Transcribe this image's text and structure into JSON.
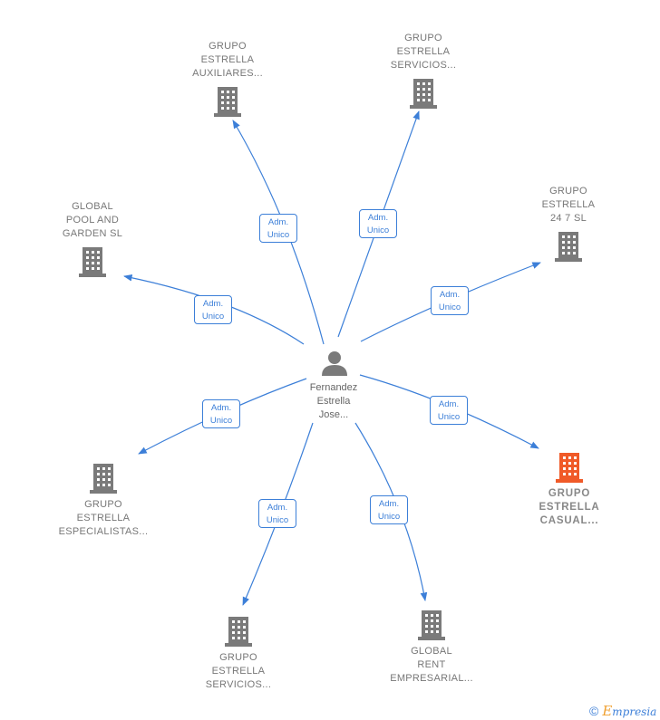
{
  "center": {
    "name": "Fernandez\nEstrella\nJose..."
  },
  "relation_label": "Adm.\nUnico",
  "companies": [
    {
      "id": "auxiliares",
      "name": "GRUPO\nESTRELLA\nAUXILIARES..."
    },
    {
      "id": "servicios-top",
      "name": "GRUPO\nESTRELLA\nSERVICIOS..."
    },
    {
      "id": "pool",
      "name": "GLOBAL\nPOOL AND\nGARDEN  SL"
    },
    {
      "id": "247",
      "name": "GRUPO\nESTRELLA\n24 7  SL"
    },
    {
      "id": "casual",
      "name": "GRUPO\nESTRELLA\nCASUAL...",
      "highlight": true
    },
    {
      "id": "especialistas",
      "name": "GRUPO\nESTRELLA\nESPECIALISTAS..."
    },
    {
      "id": "servicios-bottom",
      "name": "GRUPO\nESTRELLA\nSERVICIOS..."
    },
    {
      "id": "rent",
      "name": "GLOBAL\nRENT\nEMPRESARIAL..."
    }
  ],
  "colors": {
    "edge": "#3c7fd8",
    "building": "#7a7a7a",
    "building_highlight": "#f05a28",
    "person": "#7a7a7a"
  },
  "footer": {
    "copyright_symbol": "©",
    "brand_first": "E",
    "brand_rest": "mpresia"
  }
}
